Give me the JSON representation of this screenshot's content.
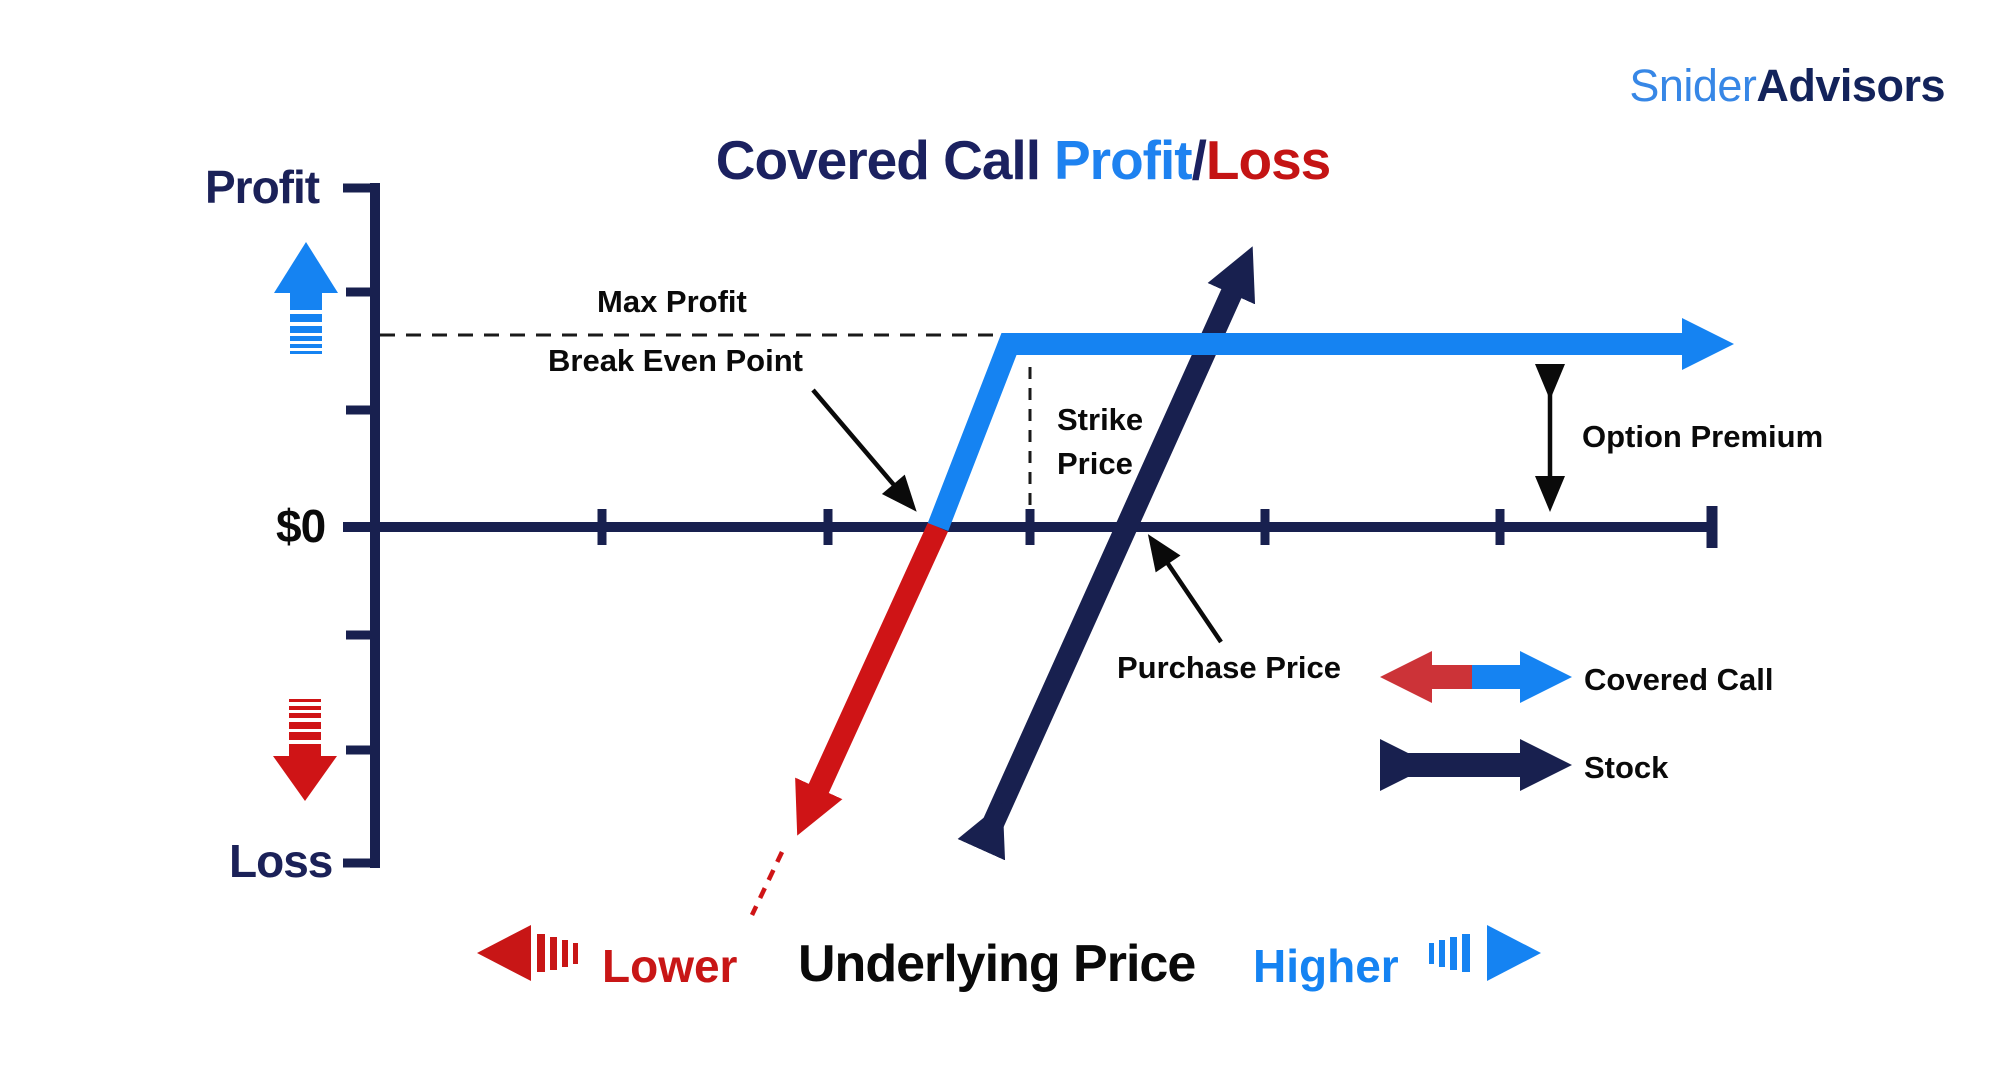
{
  "logo": {
    "part1": "Snider",
    "part2": "Advisors"
  },
  "title": {
    "part1": "Covered Call",
    "part2": "Profit",
    "separator": "/",
    "part3": "Loss"
  },
  "axes": {
    "y_top": "Profit",
    "y_bottom": "Loss",
    "origin": "$0"
  },
  "annotations": {
    "max_profit": "Max Profit",
    "break_even": "Break Even Point",
    "strike_line1": "Strike",
    "strike_line2": "Price",
    "option_premium": "Option Premium",
    "purchase_price": "Purchase Price"
  },
  "legend": {
    "covered_call": "Covered Call",
    "stock": "Stock"
  },
  "footer": {
    "lower": "Lower",
    "center": "Underlying Price",
    "higher": "Higher"
  },
  "colors": {
    "navy": "#18204f",
    "bright_blue": "#1583f2",
    "red": "#cf1416",
    "legend_red": "#cc3338",
    "text_black": "#0a0a0a",
    "logo_blue": "#3787e6",
    "title_red": "#c41414"
  },
  "chart_data": {
    "type": "line",
    "title": "Covered Call Profit/Loss",
    "xlabel": "Underlying Price",
    "ylabel": "Profit / Loss",
    "x_axis_direction_labels": {
      "left": "Lower",
      "right": "Higher"
    },
    "origin_label": "$0",
    "x_range_pct": [
      0,
      100
    ],
    "y_range_pct": [
      -100,
      100
    ],
    "grid": false,
    "legend_position": "right-middle",
    "series": [
      {
        "name": "Covered Call",
        "style": "red below $0 (loss), bright blue above $0 (profit), flat at max profit beyond strike",
        "colors": [
          "#cf1416",
          "#1583f2"
        ],
        "points_pct": [
          [
            31,
            -88
          ],
          [
            41.7,
            0
          ],
          [
            47,
            53.5
          ],
          [
            100,
            53.5
          ]
        ]
      },
      {
        "name": "Stock",
        "style": "straight diagonal, arrowheads both ends",
        "colors": [
          "#18204f"
        ],
        "points_pct": [
          [
            44,
            -96
          ],
          [
            66,
            82
          ]
        ]
      }
    ],
    "key_levels": {
      "break_even_x_pct": 41.7,
      "strike_x_pct": 47,
      "purchase_price_x_pct": 56,
      "max_profit_y_pct": 53.5,
      "option_premium": "vertical gap between max-profit line and $0 axis"
    },
    "x_tick_count": 5,
    "y_tick_count": 4,
    "annotations": [
      "Max Profit",
      "Break Even Point",
      "Strike Price",
      "Purchase Price",
      "Option Premium"
    ]
  }
}
